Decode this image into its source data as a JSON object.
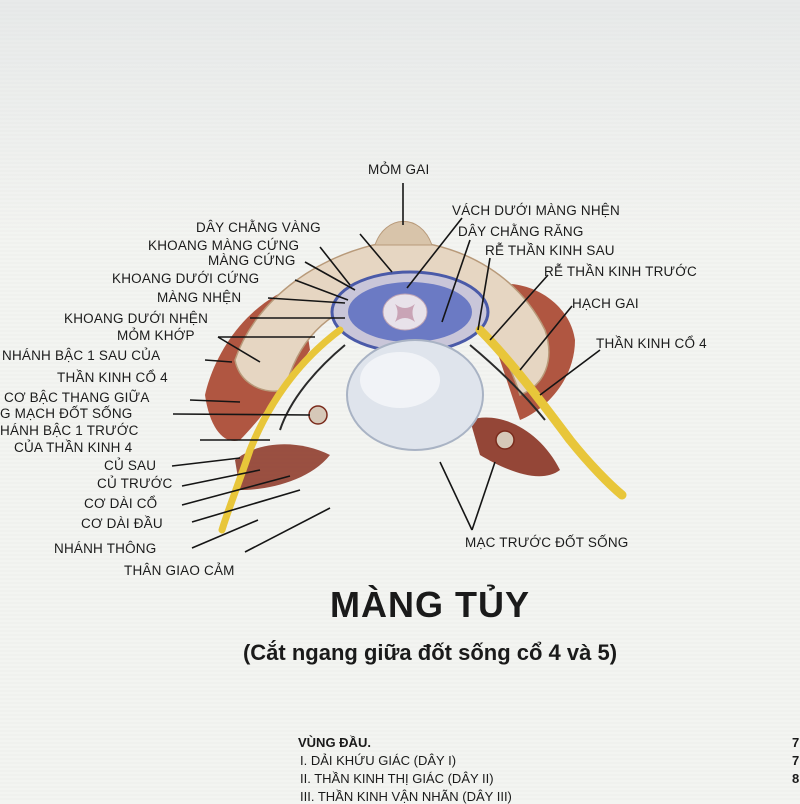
{
  "labels": {
    "mom_gai": "MỎM GAI",
    "day_chang_vang": "DÂY CHẰNG VÀNG",
    "vach_duoi_mang_nhen": "VÁCH DƯỚI MÀNG NHỆN",
    "khoang_mang_cung": "KHOANG MÀNG CỨNG",
    "day_chang_rang": "DÂY CHẰNG RĂNG",
    "mang_cung": "MÀNG CỨNG",
    "re_than_kinh_sau": "RỄ THẦN KINH SAU",
    "khoang_duoi_cung": "KHOANG DƯỚI CỨNG",
    "re_than_kinh_truoc": "RỄ THẦN KINH TRƯỚC",
    "mang_nhen": "MÀNG NHỆN",
    "hach_gai": "HẠCH GAI",
    "khoang_duoi_nhen": "KHOANG DƯỚI NHỆN",
    "mom_khop": "MỎM KHỚP",
    "than_kinh_co_4": "THẦN KINH CỔ 4",
    "nhanh_bac1_sau_1": "NHÁNH BẬC 1 SAU CỦA",
    "nhanh_bac1_sau_2": "THẦN KINH CỔ 4",
    "co_bac_thang_giua": "CƠ BẬC THANG GIỮA",
    "dong_mach_dot_song": "G MẠCH ĐỐT SỐNG",
    "nhanh_bac1_truoc_1": "HÁNH BẬC 1 TRƯỚC",
    "nhanh_bac1_truoc_2": "CỦA THẦN KINH 4",
    "cu_sau": "CỦ SAU",
    "cu_truoc": "CỦ TRƯỚC",
    "co_dai_co": "CƠ DÀI CỔ",
    "co_dai_dau": "CƠ DÀI ĐẦU",
    "mac_truoc_dot_song": "MẠC TRƯỚC ĐỐT SỐNG",
    "nhanh_thong": "NHÁNH THÔNG",
    "than_giao_cam": "THÂN GIAO CẢM"
  },
  "title": "MÀNG TỦY",
  "subtitle": "(Cắt ngang giữa đốt sống cổ 4 và 5)",
  "index": {
    "heading": "VÙNG ĐẦU.",
    "items": [
      "I.   DẢI KHỨU GIÁC (DÂY I)",
      "II.  THẦN KINH THỊ GIÁC (DÂY II)",
      "III.  THẦN KINH VẬN NHÃN (DÂY III)"
    ],
    "page_numbers": [
      "7",
      "7",
      "8"
    ]
  },
  "colors": {
    "bone": "#e6d6c2",
    "muscle": "#a8452e",
    "muscle_dark": "#7a2b1c",
    "nerve": "#e8c63a",
    "dura": "#4a5aa8",
    "disc": "#dfe4ec"
  }
}
